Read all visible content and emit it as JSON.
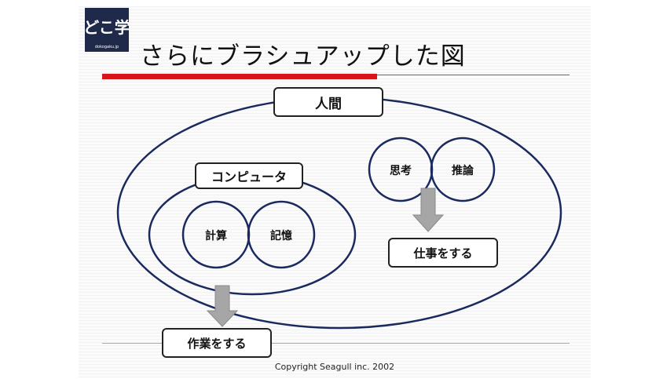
{
  "logo": {
    "text": "どこ学",
    "caption": "dokogaku.jp"
  },
  "slide_title": "さらにブラシュアップした図",
  "boxes": {
    "human": "人間",
    "computer": "コンピュータ",
    "human_output": "仕事をする",
    "computer_output": "作業をする"
  },
  "circles": {
    "calc": "計算",
    "memory": "記憶",
    "thought": "思考",
    "reasoning": "推論"
  },
  "copyright": "Copyright Seagull inc. 2002",
  "colors": {
    "ellipse_stroke": "#1a2a5e",
    "title_bar": "#d8141b",
    "arrow_fill": "#a6a6a6"
  }
}
